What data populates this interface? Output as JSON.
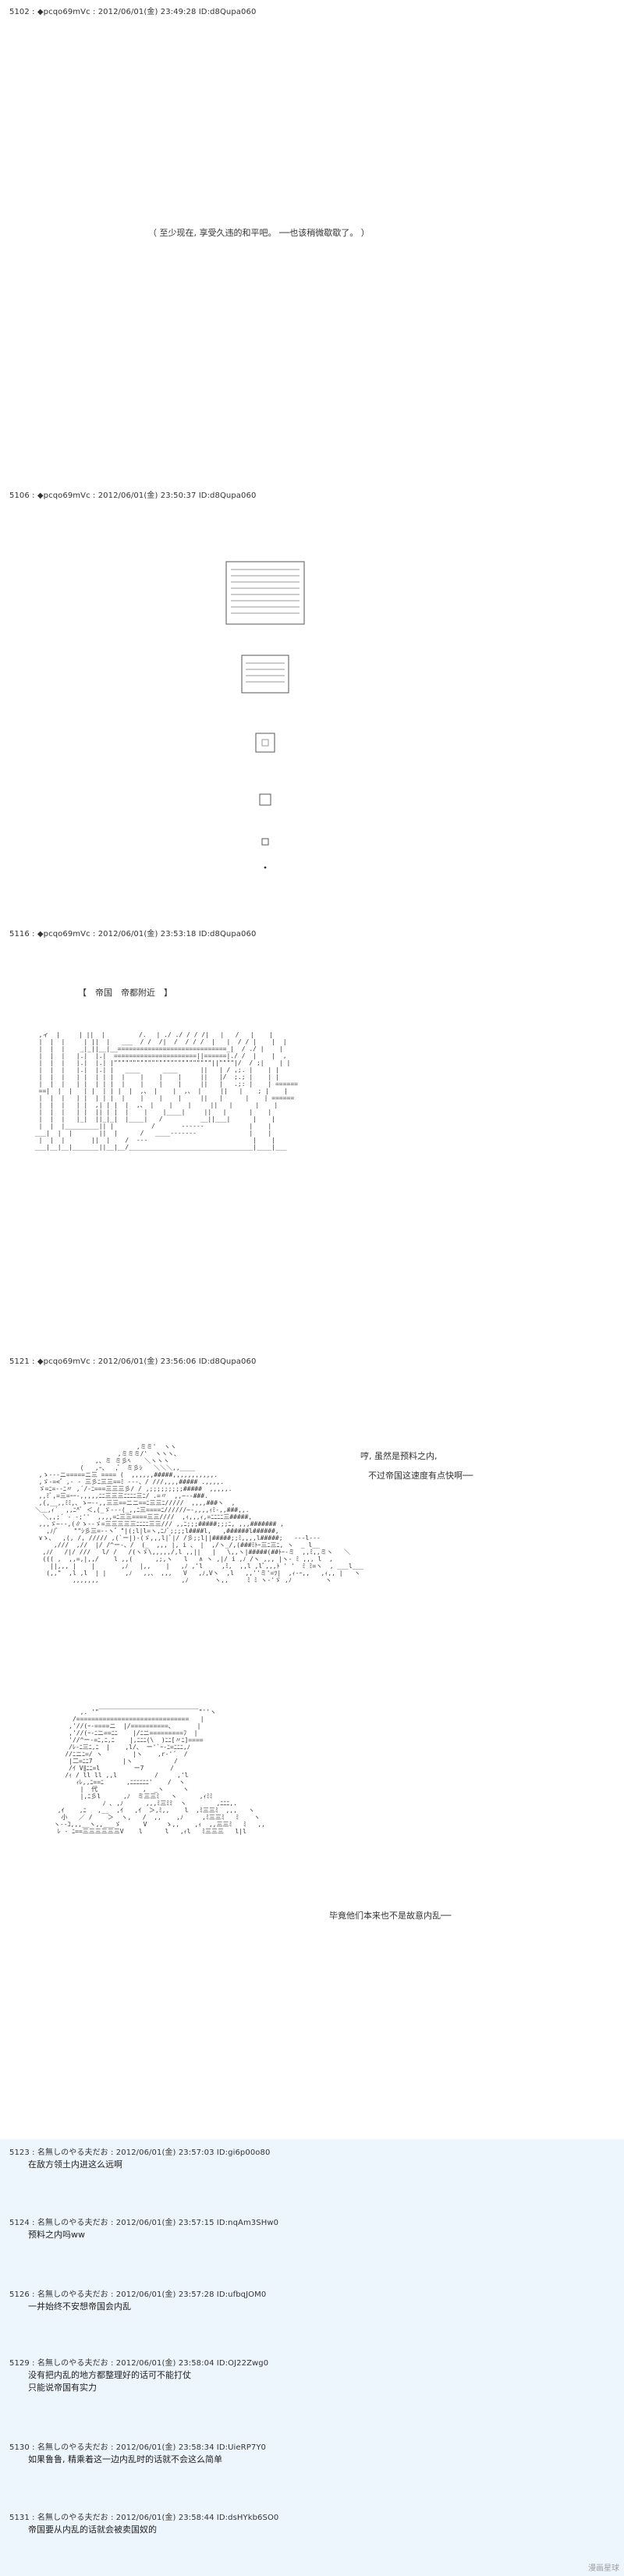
{
  "posts": [
    {
      "header": "5102 : ◆pcqo69mVc : 2012/06/01(金) 23:49:28 ID:d8Qupa060",
      "text": "（ 至少现在, 享受久违的和平吧。 ──也该稍微歇歇了。 ）"
    },
    {
      "header": "5106 : ◆pcqo69mVc : 2012/06/01(金) 23:50:37 ID:d8Qupa060"
    },
    {
      "header": "5116 : ◆pcqo69mVc : 2012/06/01(金) 23:53:18 ID:d8Qupa060",
      "caption": "【　帝国　帝都附近　】"
    },
    {
      "header": "5121 : ◆pcqo69mVc : 2012/06/01(金) 23:56:06 ID:d8Qupa060",
      "line1": "哼, 虽然是预料之内,",
      "line2": "不过帝国这速度有点快啊──",
      "line3": "毕竟他们本来也不是故意内乱──"
    }
  ],
  "replies": [
    {
      "header": "5123 : 名無しのやる夫だお : 2012/06/01(金) 23:57:03 ID:gi6p00o80",
      "body": "在敌方领土内进这么远啊"
    },
    {
      "header": "5124 : 名無しのやる夫だお : 2012/06/01(金) 23:57:15 ID:nqAm3SHw0",
      "body": "预料之内吗ww"
    },
    {
      "header": "5126 : 名無しのやる夫だお : 2012/06/01(金) 23:57:28 ID:ufbqJOM0",
      "body": "一井始终不安想帝国会内乱"
    },
    {
      "header": "5129 : 名無しのやる夫だお : 2012/06/01(金) 23:58:04 ID:OJ22Zwg0",
      "body": "没有把内乱的地方都整理好的话可不能打仗",
      "body2": "只能说帝国有实力"
    },
    {
      "header": "5130 : 名無しのやる夫だお : 2012/06/01(金) 23:58:34 ID:UieRP7Y0",
      "body": "如果鲁鲁, 精乘着这一边内乱时的话就不会这么简单"
    },
    {
      "header": "5131 : 名無しのやる夫だお : 2012/06/01(金) 23:58:44 ID:dsHYkb6SO0",
      "body": "帝国要从内乱的话就会被卖国奴的"
    }
  ],
  "watermark": "漫画星球"
}
